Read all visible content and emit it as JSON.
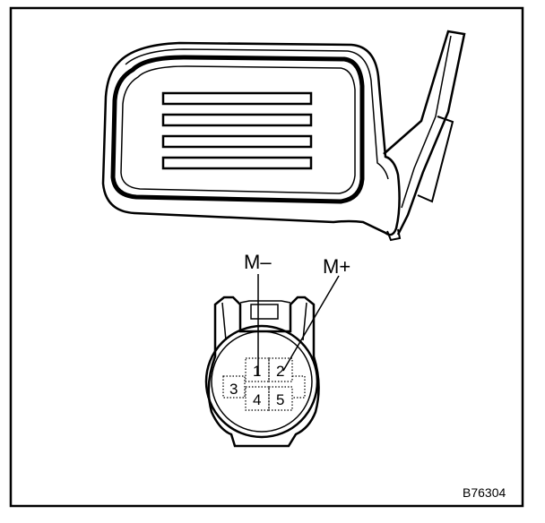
{
  "labels": {
    "m_minus": "M–",
    "m_plus": "M+",
    "figure_code": "B76304"
  },
  "connector": {
    "pins": [
      "1",
      "2",
      "3",
      "4",
      "5"
    ]
  },
  "colors": {
    "line": "#000000",
    "background": "#ffffff"
  }
}
